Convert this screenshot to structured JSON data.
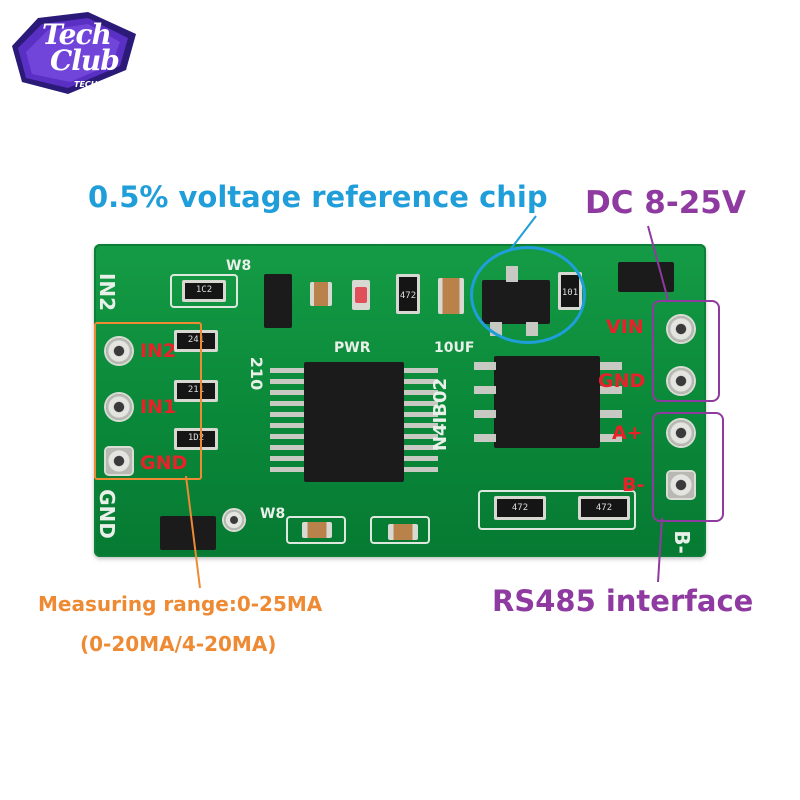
{
  "logo": {
    "line1": "Tech",
    "line2": "Club",
    "sub": "TECH CLUB"
  },
  "callouts": {
    "voltage_ref": "0.5% voltage reference chip",
    "power": "DC 8-25V",
    "rs485": "RS485 interface",
    "range": "Measuring range:0-25MA",
    "range_sub": "(0-20MA/4-20MA)"
  },
  "pins_left": [
    "IN2",
    "IN1",
    "GND"
  ],
  "pins_right": [
    "VIN",
    "GND",
    "A+",
    "B-"
  ],
  "silkscreen": {
    "left_top": "IN2",
    "left_bottom": "GND",
    "right_bottom": "B-",
    "board_id": "N4IB02",
    "pwr": "PWR",
    "cap": "10UF",
    "r210": "210",
    "w8_top": "W8",
    "w8_bottom": "W8"
  },
  "resistors": {
    "r1": "1C2",
    "r2": "241",
    "r3": "211",
    "r4": "1D2",
    "r5": "472",
    "r6": "472",
    "r7": "472",
    "r8": "101"
  },
  "colors": {
    "pcb": "#0b8a3a",
    "blue_callout": "#1f9ed9",
    "purple_callout": "#8e3aa0",
    "orange_callout": "#ee8a33",
    "pin_label": "#e8212a"
  }
}
